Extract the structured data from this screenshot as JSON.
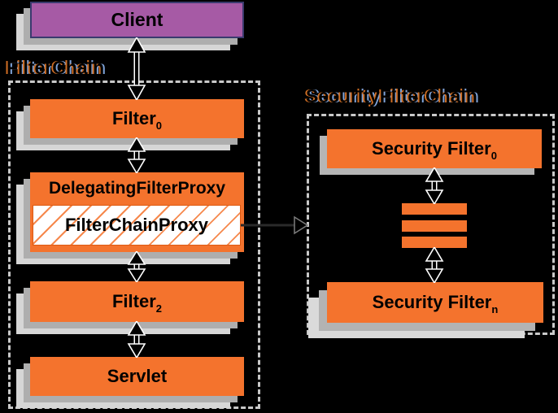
{
  "diagram": {
    "title_semantics": "Spring Security FilterChain architecture",
    "background_color": "#000000",
    "colors": {
      "box_orange": "#f4732d",
      "box_purple": "#a65aa5",
      "purple_border": "#3a3a6e",
      "shadow_medium": "#aeaeae",
      "shadow_light": "#d6d6d6",
      "dashed_border": "#c9c9c9",
      "label_fringe_left": "#cf6e24",
      "label_fringe_right": "#7fa3d8",
      "arrow_fill": "#000000",
      "arrow_halo": "#ffffff"
    },
    "client": {
      "label": "Client"
    },
    "filterchain": {
      "label": "FilterChain",
      "filter0": {
        "label": "Filter",
        "subscript": "0"
      },
      "delegating_filter_proxy": {
        "label": "DelegatingFilterProxy"
      },
      "filter_chain_proxy": {
        "label": "FilterChainProxy"
      },
      "filter2": {
        "label": "Filter",
        "subscript": "2"
      },
      "servlet": {
        "label": "Servlet"
      }
    },
    "security_filterchain": {
      "label": "SecurityFilterChain",
      "security_filter0": {
        "label": "Security Filter",
        "subscript": "0"
      },
      "ellipsis_bar_count": 3,
      "security_filtern": {
        "label": "Security Filter",
        "subscript": "n"
      }
    }
  }
}
